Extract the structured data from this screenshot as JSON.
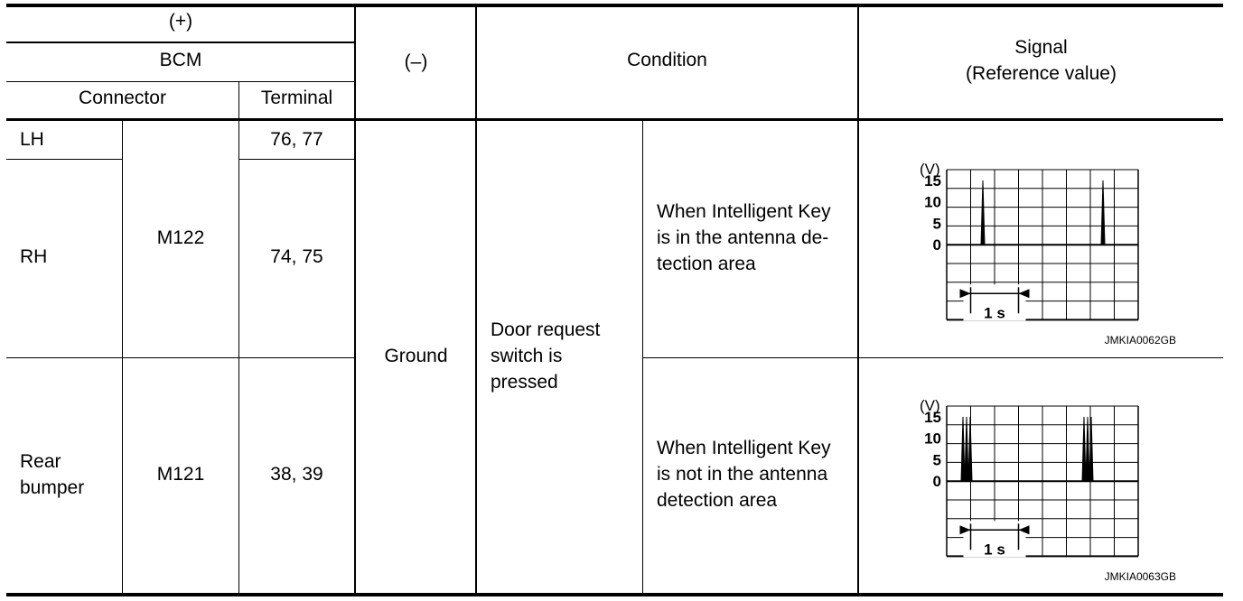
{
  "header": {
    "plus": "(+)",
    "bcm": "BCM",
    "connector": "Connector",
    "terminal": "Terminal",
    "minus": "(–)",
    "condition": "Condition",
    "signal": "Signal",
    "signal_ref": "(Reference value)"
  },
  "rows": {
    "lh": {
      "label": "LH",
      "terminal": "76, 77"
    },
    "rh": {
      "label": "RH",
      "terminal": "74, 75"
    },
    "m122": "M122",
    "rear": {
      "label": "Rear\nbumper",
      "connector": "M121",
      "terminal": "38, 39"
    },
    "ground": "Ground",
    "condition_main": "Door request\nswitch is\npressed",
    "cond_in": "When Intelligent Key\nis in the antenna de-\ntection area",
    "cond_out": "When Intelligent Key\nis not in the antenna\ndetection area"
  },
  "scopes": [
    {
      "y_unit": "(V)",
      "y_ticks": [
        "15",
        "10",
        "5",
        "0"
      ],
      "time_label": "1 s",
      "code": "JMKIA0062GB",
      "waveform": "single-pulse"
    },
    {
      "y_unit": "(V)",
      "y_ticks": [
        "15",
        "10",
        "5",
        "0"
      ],
      "time_label": "1 s",
      "code": "JMKIA0063GB",
      "waveform": "pulse-burst"
    }
  ]
}
